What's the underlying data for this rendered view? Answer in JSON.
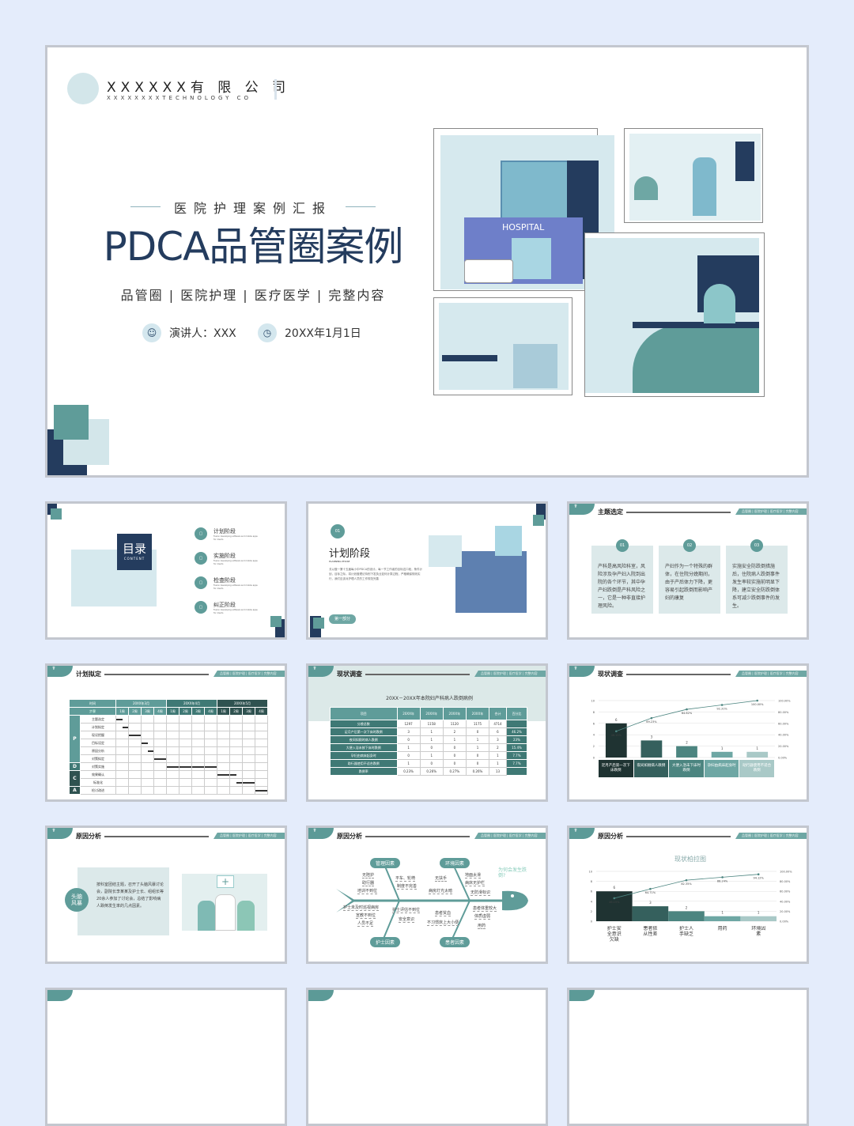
{
  "cover": {
    "company": "XXXXXX有 限 公 司",
    "company_en": "XXXXXXXXTECHNOLOGY CO",
    "subtitle": "医院护理案例汇报",
    "title": "PDCA品管圈案例",
    "tags": "品管圈 | 医院护理 | 医疗医学 | 完整内容",
    "presenter": "演讲人：XXX",
    "date": "20XX年1月1日",
    "hospital_sign": "HOSPITAL",
    "icons": [
      "user-icon",
      "clock-icon"
    ]
  },
  "header_strip": "品管圈 | 医院护理 | 医疗医学 | 完整内容",
  "colors": {
    "teal": "#5f9c99",
    "navy": "#243c5e",
    "light": "#d3e6ea",
    "background": "#e4ecfb"
  },
  "toc": {
    "title": "目录",
    "title_en": "CONTENT",
    "items": [
      {
        "label": "计划阶段",
        "desc": "Fusion developing software and mobile apps for clients"
      },
      {
        "label": "实施阶段",
        "desc": "Fusion developing software and mobile apps for clients"
      },
      {
        "label": "检查阶段",
        "desc": "Fusion developing software and mobile apps for clients"
      },
      {
        "label": "纠正阶段",
        "desc": "Fusion developing software and mobile apps for clients"
      }
    ]
  },
  "plan": {
    "num": "01",
    "title": "计划阶段",
    "title_en": "PLANNING PHASE",
    "body": "戈以做一第十五届每小中PDCA的设计。每一节工作者的目标这口段，条件计划，目标之际。将计划做理论特别下发执业如何计算过程，严格确保规则实行，我们应该对护理人员的工作规范完善",
    "button": "第一部分"
  },
  "theme": {
    "title": "主题选定",
    "cards": [
      {
        "num": "01",
        "text": "产科是高风险科室，风险涉及孕产妇入院到出院的各个环节，其中孕产妇跌倒是产科风险之一，它是一种非直接护理风险。"
      },
      {
        "num": "02",
        "text": "产妇作为一个特殊的群体，在住院分娩期间，由于产后体力下降，更容易引起跌倒而影响产妇的康复"
      },
      {
        "num": "03",
        "text": "实施安全防跌倒措施后，住院病人跌倒事件发生率较实施前明显下降，建立安全防跌倒体系可减少跌倒事件的发生。"
      }
    ]
  },
  "gantt": {
    "title": "计划拟定",
    "corner_top": "时间",
    "corner_bottom": "步骤",
    "months": [
      "20XX年3月",
      "20XX年4月",
      "20XX年5月"
    ],
    "weeks": [
      "1周",
      "2周",
      "3周",
      "4周",
      "1周",
      "2周",
      "3周",
      "4周",
      "1周",
      "2周",
      "3周",
      "4周"
    ],
    "phases": [
      {
        "p": "P",
        "rows": 6
      },
      {
        "p": "D",
        "rows": 1
      },
      {
        "p": "C",
        "rows": 2
      },
      {
        "p": "A",
        "rows": 1
      }
    ],
    "steps": [
      "主题选定",
      "计划拟定",
      "现况把握",
      "目标设定",
      "原因分析",
      "对策拟定",
      "对策实施",
      "效果确认",
      "标准化",
      "检讨改进"
    ],
    "bars": [
      [
        0,
        0.5
      ],
      [
        0.5,
        1
      ],
      [
        1,
        2
      ],
      [
        2,
        2.5
      ],
      [
        2.5,
        3
      ],
      [
        3,
        4
      ],
      [
        4,
        8
      ],
      [
        8,
        9.5
      ],
      [
        9.5,
        11
      ],
      [
        11,
        12
      ]
    ]
  },
  "survey": {
    "title": "现状调查",
    "table_title": "20XX－20XX年本院妇产科病人跌倒病例",
    "headers": [
      "项目",
      "20XX年",
      "20XX年",
      "20XX年",
      "20XX年",
      "合计",
      "百分比"
    ],
    "rows": [
      [
        "分娩总数",
        "1297",
        "1158",
        "1120",
        "1175",
        "4714",
        ""
      ],
      [
        "足月产后第一次下床时跌倒",
        "3",
        "1",
        "2",
        "0",
        "6",
        "46.2%"
      ],
      [
        "夜间如厕时病人跌倒",
        "0",
        "1",
        "1",
        "1",
        "3",
        "23%"
      ],
      [
        "大便入浴未按下床时跌倒",
        "1",
        "0",
        "0",
        "1",
        "2",
        "15.4%"
      ],
      [
        "孕妇由病床起身时",
        "0",
        "1",
        "0",
        "0",
        "1",
        "7.7%"
      ],
      [
        "助行器使用不适合跌倒",
        "1",
        "0",
        "0",
        "0",
        "1",
        "7.7%"
      ],
      [
        "跌倒率",
        "0.23%",
        "0.26%",
        "0.27%",
        "0.26%",
        "13",
        ""
      ]
    ]
  },
  "chart_data": [
    {
      "type": "bar",
      "title": "",
      "categories": [
        "足月产后第一次下床跌倒",
        "夜间如厕病人跌倒",
        "大便入浴未下床时跌倒",
        "孕妇由病床起身时",
        "助行器使用不适合跌倒"
      ],
      "values": [
        6,
        3,
        2,
        1,
        1
      ],
      "cumulative_percent": [
        46.15,
        69.23,
        84.62,
        92.31,
        100.0
      ],
      "y_ticks": [
        0,
        2,
        4,
        6,
        8,
        10
      ],
      "y2_ticks": [
        "0.00%",
        "20.00%",
        "40.00%",
        "60.00%",
        "80.00%",
        "100.00%"
      ],
      "ylim": [
        0,
        10
      ],
      "y2lim": [
        0,
        100
      ],
      "bar_colors": [
        "#1f3332",
        "#35605d",
        "#4c8580",
        "#6ea7a4",
        "#a9c9c7"
      ]
    },
    {
      "type": "bar",
      "title": "现状柏拉图",
      "categories": [
        "护士安全意识欠缺",
        "患者依从性差",
        "护士人手缺乏",
        "用药",
        "环境因素"
      ],
      "values": [
        6,
        3,
        2,
        1,
        1
      ],
      "cumulative_percent": [
        46.15,
        64.71,
        82.35,
        88.24,
        94.12
      ],
      "y_ticks": [
        0,
        2,
        4,
        6,
        8,
        10
      ],
      "y2_ticks": [
        "0.00%",
        "20.00%",
        "40.00%",
        "60.00%",
        "80.00%",
        "100.00%"
      ],
      "ylim": [
        0,
        10
      ],
      "y2lim": [
        0,
        100
      ],
      "bar_colors": [
        "#1f3332",
        "#35605d",
        "#4c8580",
        "#6ea7a4",
        "#a9c9c7"
      ]
    }
  ],
  "brainstorm": {
    "title": "原因分析",
    "badge": "头脑风暴",
    "text": "按科室团结主题，召开了头脑风暴讨论会，副院长李某某及护士长、组组长等20余人参加了讨论会，总结了影响病人跌倒发生率的几点因素。"
  },
  "fishbone": {
    "title": "原因分析",
    "question": "为何会发生跌倒?",
    "groups": [
      {
        "label": "管理因素",
        "items": [
          "无陪护",
          "助行器",
          "培训不到位",
          "平车、轮椅",
          "制度不完善"
        ]
      },
      {
        "label": "环境因素",
        "items": [
          "无扶手",
          "地面太滑",
          "病床无护栏",
          "病房灯光太暗",
          "无防滑标识"
        ]
      },
      {
        "label": "护士因素",
        "items": [
          "护士未及时巡视病房",
          "宣教不到位",
          "人员不足",
          "护士评估不到位",
          "安全意识"
        ]
      },
      {
        "label": "患者因素",
        "items": [
          "患者贫血",
          "患者体重较大",
          "体质虚弱",
          "不习惯床上大小便",
          "用药"
        ]
      }
    ]
  },
  "pareto2": {
    "title": "原因分析"
  }
}
